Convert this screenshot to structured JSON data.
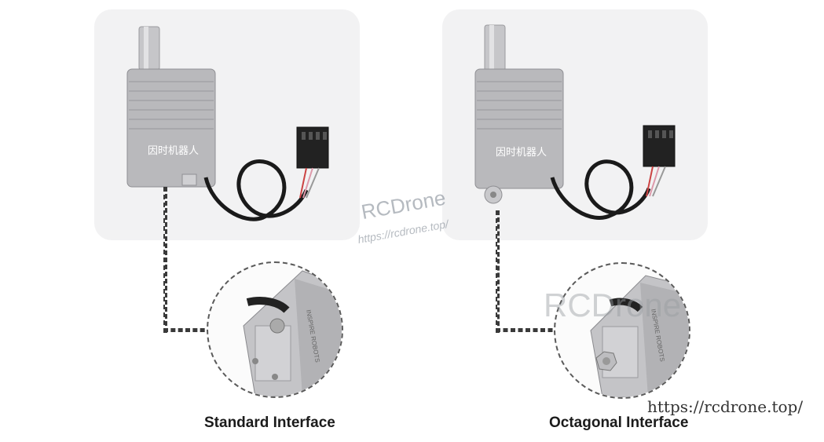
{
  "captions": {
    "left": "Standard Interface",
    "right": "Octagonal Interface"
  },
  "watermarks": {
    "brand": "RCDrone",
    "url_small": "https://rcdrone.top/",
    "brand_large": "RCDrone",
    "url_bottom": "https://rcdrone.top/"
  },
  "product_label": "因时机器人",
  "zoom_label": "INSPIRE ROBOTS",
  "colors": {
    "card_bg": "#f2f2f3",
    "housing": "#b9b9bc",
    "cable": "#1a1a1a",
    "dash": "#3a3a3a"
  }
}
